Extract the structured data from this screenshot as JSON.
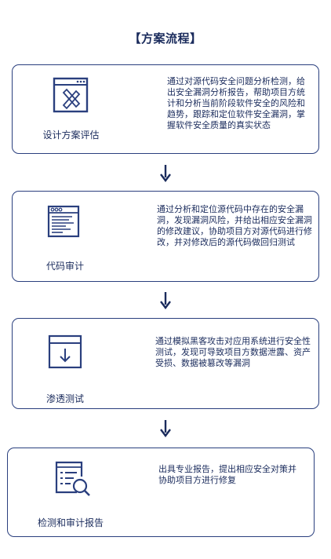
{
  "title": "【方案流程】",
  "steps": [
    {
      "label": "设计方案评估",
      "icon": "design-tools-window-icon",
      "description": "通过对源代码安全问题分析检测，给出安全漏洞分析报告，帮助项目方统计和分析当前阶段软件安全的风险和趋势，跟踪和定位软件安全漏洞，掌握软件安全质量的真实状态"
    },
    {
      "label": "代码审计",
      "icon": "code-window-icon",
      "description": "通过分析和定位源代码中存在的安全漏洞，发现漏洞风险，并给出相应安全漏洞的修改建议，协助项目方对源代码进行修改，并对修改后的源代码做回归测试"
    },
    {
      "label": "渗透测试",
      "icon": "download-window-icon",
      "description": "通过模拟黑客攻击对应用系统进行安全性测试，发现可导致项目方数据泄露、资产受损、数据被篡改等漏洞"
    },
    {
      "label": "检测和审计报告",
      "icon": "report-search-icon",
      "description": "出具专业报告，提出相应安全对策并协助项目方进行修复"
    }
  ],
  "colors": {
    "border": "#2a3f7e",
    "text": "#1a2b5c"
  }
}
